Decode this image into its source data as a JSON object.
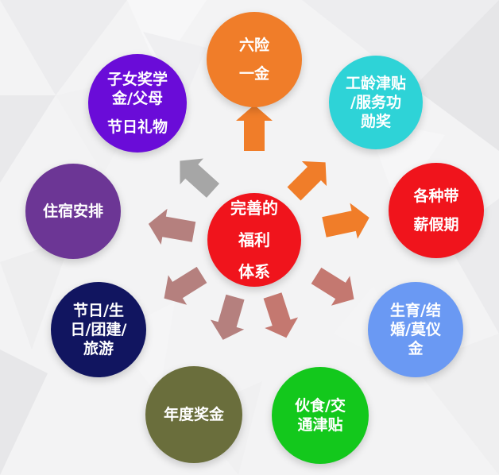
{
  "diagram": {
    "center": {
      "lines": [
        "完善的",
        "福利",
        "体系"
      ],
      "color": "#f0141c"
    },
    "items": [
      {
        "id": "six-insurance",
        "lines": [
          "六险",
          "一金"
        ],
        "color": "#f07d29"
      },
      {
        "id": "seniority",
        "lines": [
          "工龄津贴",
          "/服务功",
          "勋奖"
        ],
        "color": "#2ed3d7"
      },
      {
        "id": "holidays",
        "lines": [
          "各种带",
          "薪假期"
        ],
        "color": "#f0141c"
      },
      {
        "id": "maternity",
        "lines": [
          "生育/结",
          "婚/莫仪",
          "金"
        ],
        "color": "#6a99f3"
      },
      {
        "id": "food-transport",
        "lines": [
          "伙食/交",
          "通津贴"
        ],
        "color": "#13c81c"
      },
      {
        "id": "annual-bonus",
        "lines": [
          "年度奖金"
        ],
        "color": "#6a6e3c"
      },
      {
        "id": "festival",
        "lines": [
          "节日/生",
          "日/团建/",
          "旅游"
        ],
        "color": "#111560"
      },
      {
        "id": "housing",
        "lines": [
          "住宿安排"
        ],
        "color": "#6c3695"
      },
      {
        "id": "children",
        "lines": [
          "子女奖学",
          "金/父母",
          "节日礼物"
        ],
        "color": "#6a0cd8"
      }
    ],
    "arrow_colors": {
      "orange": "#f07d29",
      "gray": "#a6a6a6",
      "rose": "#b5807e",
      "rose_dark": "#c47870"
    }
  }
}
